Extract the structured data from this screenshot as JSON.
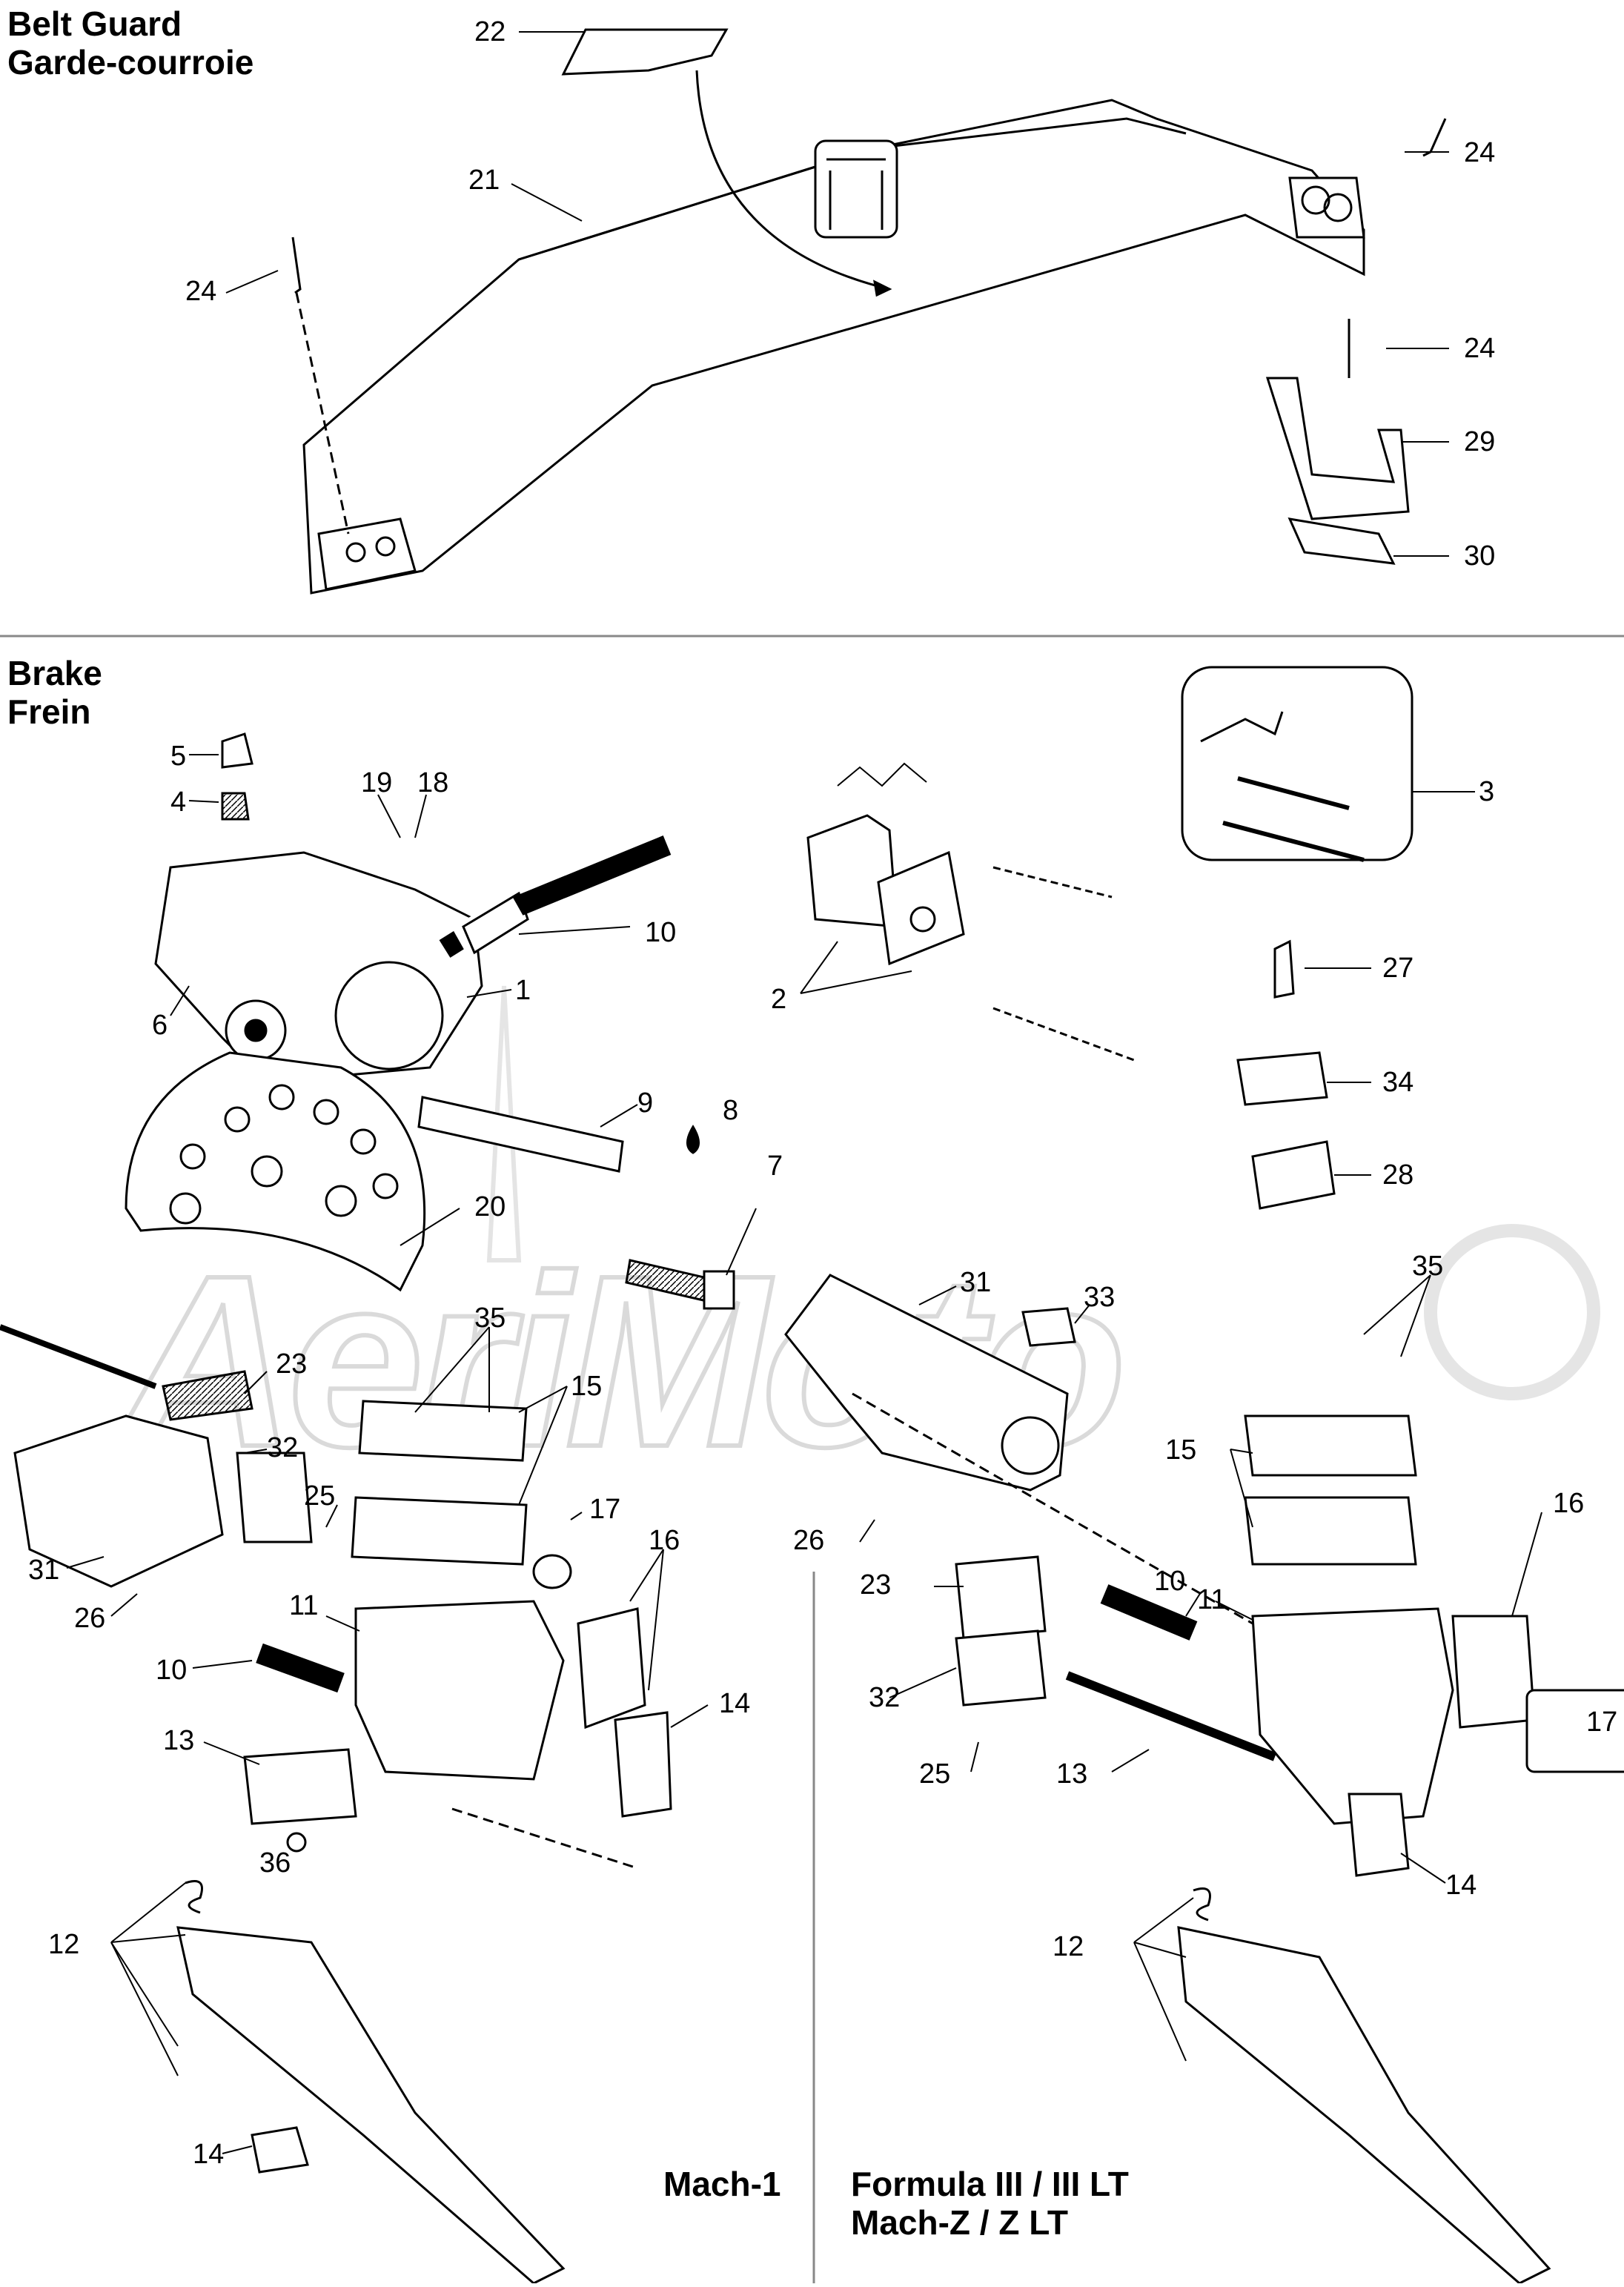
{
  "sections": {
    "belt_guard": {
      "title_en": "Belt Guard",
      "title_fr": "Garde-courroie"
    },
    "brake": {
      "title_en": "Brake",
      "title_fr": "Frein"
    }
  },
  "models": {
    "left": "Mach-1",
    "right_line1": "Formula III / III LT",
    "right_line2": "Mach-Z / Z LT"
  },
  "watermark": "AeriMoto",
  "callouts": {
    "belt_guard": [
      "22",
      "21",
      "24",
      "24",
      "24",
      "29",
      "30"
    ],
    "brake_top": [
      "5",
      "4",
      "19",
      "18",
      "10",
      "1",
      "6",
      "9",
      "8",
      "7",
      "20",
      "2",
      "3",
      "27",
      "34",
      "28"
    ],
    "mach1": [
      "23",
      "35",
      "15",
      "32",
      "25",
      "17",
      "31",
      "26",
      "16",
      "11",
      "10",
      "13",
      "14",
      "36",
      "12",
      "14"
    ],
    "formula": [
      "31",
      "33",
      "35",
      "15",
      "26",
      "16",
      "10",
      "23",
      "11",
      "32",
      "25",
      "13",
      "17",
      "14",
      "12"
    ]
  },
  "colors": {
    "ink": "#000000",
    "watermark": "#d9d9d9",
    "page": "#ffffff",
    "divider": "#888888"
  }
}
